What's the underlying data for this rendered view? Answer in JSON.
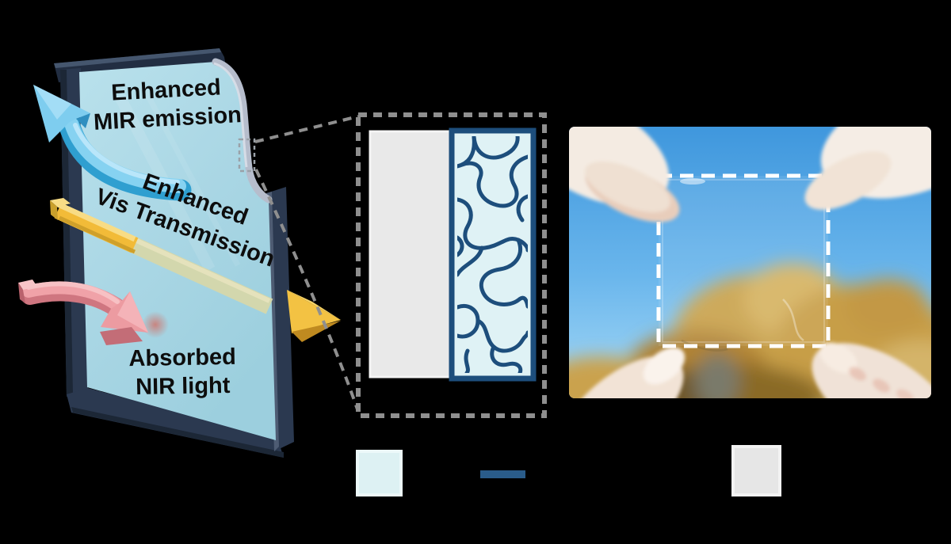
{
  "background_color": "#000000",
  "window_diagram": {
    "mir_label_line1": "Enhanced",
    "mir_label_line2": "MIR emission",
    "vis_label_line1": "Enhanced",
    "vis_label_line2": "Vis Transmission",
    "nir_label_line1": "Absorbed",
    "nir_label_line2": "NIR light",
    "colors": {
      "glass": "#a9d6e4",
      "frame": "#2b3950",
      "glass_curl_edge": "#b6bdcc",
      "mir_arrow": "#7ecdef",
      "mir_arrow_shade": "#2f9fd0",
      "vis_arrow": "#f2bf3e",
      "vis_arrow_through_glass": "#d6d8ab",
      "nir_arrow": "#ec9ba1",
      "nir_arrow_shade": "#cf7680",
      "absorption_glow": "#e0503f",
      "label_text": "#0d0d0d"
    }
  },
  "callout": {
    "line_color": "#8f8f8f",
    "inset_schematic": {
      "substrate_color": "#e9e9e9",
      "coating_fill_color": "#dff2f5",
      "network_color": "#1d4e7c"
    }
  },
  "photo": {
    "sky_color_top": "#3f97dd",
    "sky_color_horizon": "#8fccf2",
    "foliage_color": "#c79e47",
    "sample_outline_color": "#ffffff",
    "glove_color": "#f4ebe2"
  },
  "legend": {
    "items": [
      {
        "id": "light-blue-square-swatch",
        "color": "#ddf1f3",
        "shape": "square"
      },
      {
        "id": "dark-blue-bar-swatch",
        "color": "#2a5c8a",
        "shape": "bar"
      },
      {
        "id": "gray-square-swatch",
        "color": "#e6e6e6",
        "shape": "square"
      }
    ]
  }
}
